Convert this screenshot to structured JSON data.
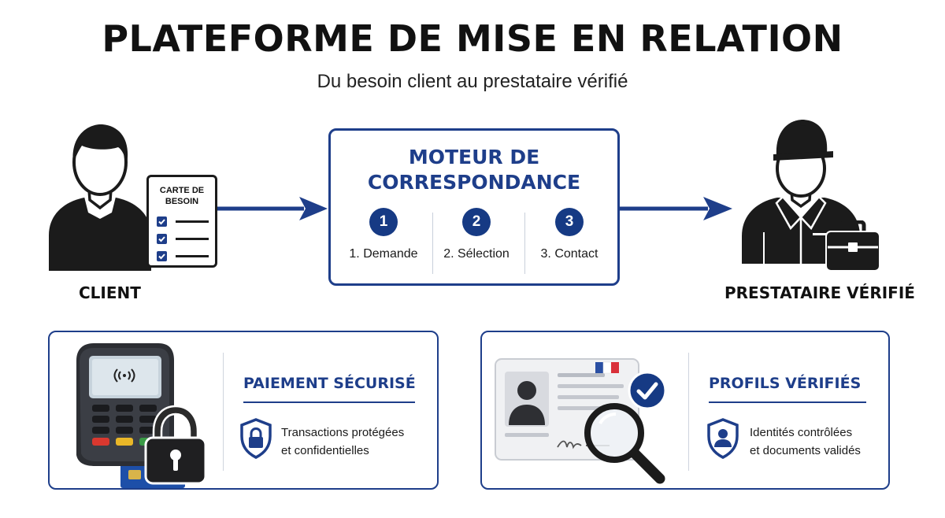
{
  "header": {
    "title": "PLATEFORME DE MISE EN RELATION",
    "subtitle": "Du besoin client au prestataire vérifié"
  },
  "client": {
    "label": "CLIENT",
    "card_title": [
      "CARTE DE",
      "BESOIN"
    ]
  },
  "engine": {
    "title": [
      "MOTEUR DE",
      "CORRESPONDANCE"
    ],
    "steps": [
      {
        "number": "1",
        "label": "1. Demande"
      },
      {
        "number": "2",
        "label": "2. Sélection"
      },
      {
        "number": "3",
        "label": "3. Contact"
      }
    ]
  },
  "provider": {
    "label": "PRESTATAIRE VÉRIFIÉ"
  },
  "panels": {
    "payment": {
      "title": "PAIEMENT SÉCURISÉ",
      "text": [
        "Transactions protégées",
        "et confidentielles"
      ]
    },
    "profiles": {
      "title": "PROFILS VÉRIFIÉS",
      "text": [
        "Identités contrôlées",
        "et documents validés"
      ]
    }
  },
  "colors": {
    "primary": "#1e3e8a",
    "dark": "#1b1b1b",
    "keypad_red": "#d9382f",
    "keypad_yellow": "#e9b728",
    "keypad_green": "#3a9a46",
    "flag_blue": "#2a4fa3",
    "flag_red": "#d9303a"
  },
  "icons": [
    "client-person-icon",
    "checklist-card-icon",
    "worker-person-icon",
    "briefcase-icon",
    "payment-terminal-icon",
    "padlock-icon",
    "lock-shield-icon",
    "id-card-icon",
    "magnifier-icon",
    "verified-check-icon",
    "user-shield-icon",
    "arrow-right-icon"
  ]
}
